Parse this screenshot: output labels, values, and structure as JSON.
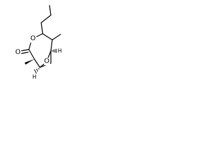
{
  "molecule": {
    "atoms": {
      "carbonyl_oxygen": "O",
      "ring_oxygen": "O",
      "bridge_oxygen": "O",
      "bridgehead_h_top": "H",
      "bridgehead_h_bottom": "H"
    },
    "colors": {
      "bond": "#000000",
      "background": "#ffffff"
    }
  }
}
